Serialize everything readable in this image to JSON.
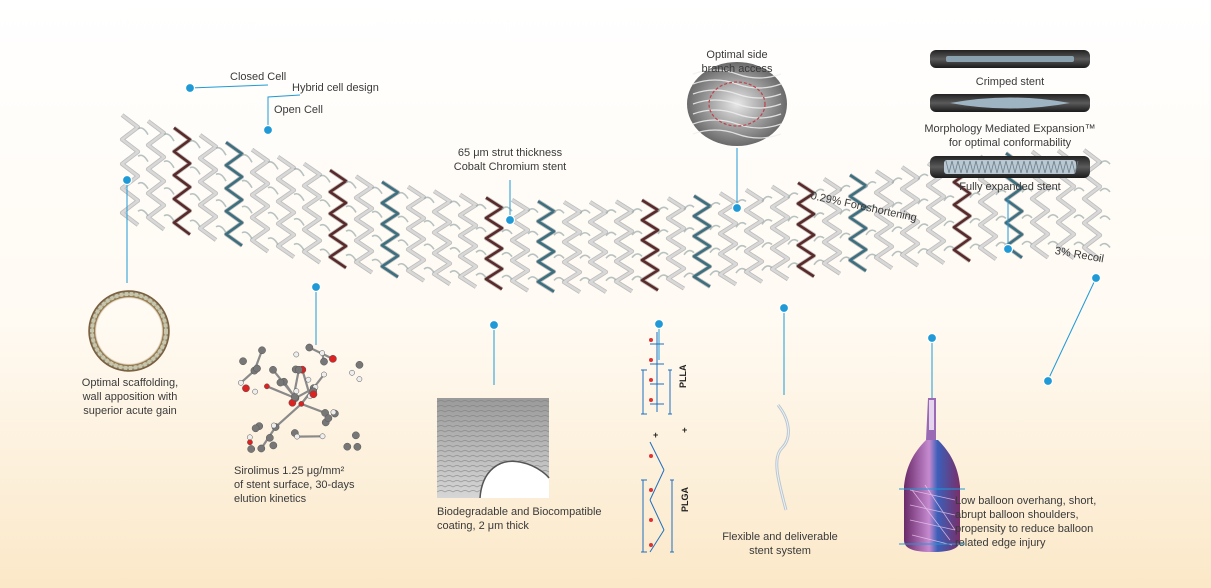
{
  "colors": {
    "callout": "#1f9ad6",
    "strut_light": "#d8d8d8",
    "strut_dark": "#5a2a2a",
    "strut_teal": "#3c6f80"
  },
  "labels": {
    "closed_cell": "Closed Cell",
    "hybrid_cell": "Hybrid cell design",
    "open_cell": "Open Cell",
    "strut": [
      "65 μm strut thickness",
      "Cobalt Chromium stent"
    ],
    "side_branch": [
      "Optimal side",
      "branch access"
    ],
    "crimped": "Crimped stent",
    "mme": [
      "Morphology Mediated Expansion™",
      "for optimal conformability"
    ],
    "fully_expanded": "Fully expanded stent",
    "foreshortening": "0.29% Foreshortening",
    "recoil": "3% Recoil",
    "scaffolding": [
      "Optimal scaffolding,",
      "wall apposition with",
      "superior acute gain"
    ],
    "sirolimus": [
      "Sirolimus 1.25 μg/mm²",
      "of stent surface, 30-days",
      "elution kinetics"
    ],
    "coating": [
      "Biodegradable and Biocompatible",
      "coating, 2 μm thick"
    ],
    "plla": "PLLA",
    "plga": "PLGA",
    "plus": "+",
    "flexible": [
      "Flexible and deliverable",
      "stent system"
    ],
    "balloon": [
      "Low balloon overhang, short,",
      "abrupt balloon shoulders,",
      "propensity to reduce balloon",
      "related edge injury"
    ]
  }
}
